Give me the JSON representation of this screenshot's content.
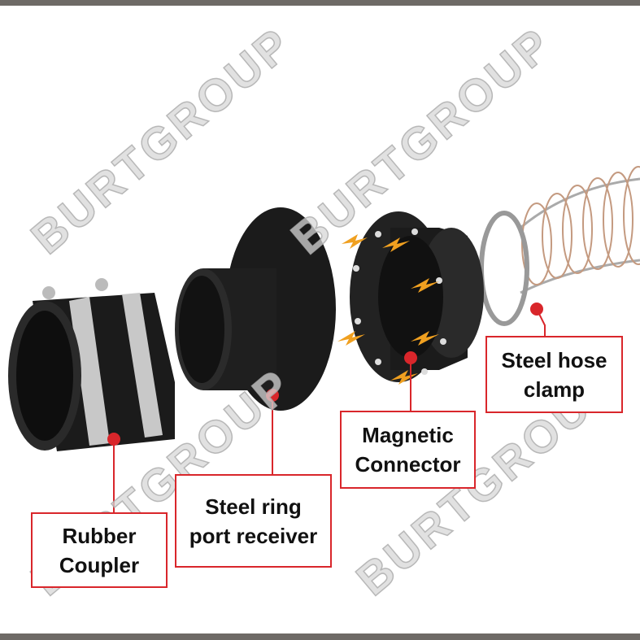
{
  "watermark": "BURTGROUP",
  "labels": {
    "rubber_coupler": "Rubber\nCoupler",
    "steel_ring": "Steel ring\nport receiver",
    "magnetic_connector": "Magnetic\nConnector",
    "hose_clamp": "Steel hose\nclamp"
  },
  "colors": {
    "accent": "#d9262b",
    "part": "#1b1b1b",
    "arrow": "#f0a020"
  }
}
